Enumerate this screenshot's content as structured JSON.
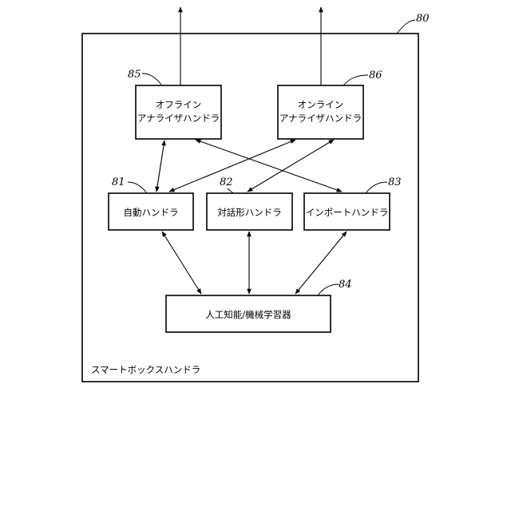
{
  "diagram": {
    "frame": {
      "label": "スマートボックスハンドラ",
      "ref": "80"
    },
    "offline": {
      "line1": "オフライン",
      "line2": "アナライザハンドラ",
      "ref": "85"
    },
    "online": {
      "line1": "オンライン",
      "line2": "アナライザハンドラ",
      "ref": "86"
    },
    "auto": {
      "label": "自動ハンドラ",
      "ref": "81"
    },
    "interactive": {
      "label": "対話形ハンドラ",
      "ref": "82"
    },
    "import": {
      "label": "インポートハンドラ",
      "ref": "83"
    },
    "ai": {
      "label": "人工知能/機械学習器",
      "ref": "84"
    }
  }
}
